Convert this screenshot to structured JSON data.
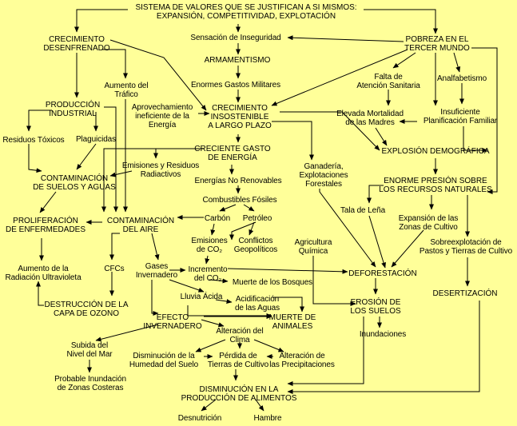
{
  "background_color": "#FFFF99",
  "line_color": "#000000",
  "nodes": {
    "title": "SISTEMA DE VALORES QUE SE JUSTIFICAN A SI MISMOS:\nEXPANSIÓN, COMPETITIVIDAD, EXPLOTACIÓN",
    "crecimiento_desenfrenado": "CRECIMIENTO\nDESENFRENADO",
    "sensacion_inseguridad": "Sensación de Inseguridad",
    "pobreza": "POBREZA EN EL\nTERCER MUNDO",
    "armamentismo": "ARMAMENTISMO",
    "aumento_trafico": "Aumento del\nTráfico",
    "falta_atencion": "Falta de\nAtención Sanitaria",
    "analfabetismo": "Analfabetismo",
    "enormes_gastos": "Enormes Gastos Militares",
    "produccion_industrial": "PRODUCCIÓN\nINDUSTRIAL",
    "aprovechamiento": "Aprovechamiento\nineficiente de la\nEnergía",
    "crecimiento_insostenible": "CRECIMIENTO\nINSOSTENIBLE\nA LARGO PLAZO",
    "elevada_mortalidad": "Elevada Mortalidad\nde las Madres",
    "insuficiente_planificacion": "Insuficiente\nPlanificación Familiar",
    "residuos_toxicos": "Residuos Tóxicos",
    "plaguicidas": "Plaguicidas",
    "creciente_gasto": "CRECIENTE GASTO\nDE ENERGÍA",
    "explosion_demografica": "EXPLOSIÓN DEMOGRÁFICA",
    "emisiones_residuos": "Emisiones y Residuos\nRadiactivos",
    "ganaderia": "Ganadería,\nExplotaciones\nForestales",
    "contaminacion_suelos": "CONTAMINACIÓN\nDE SUELOS Y AGUAS",
    "energias_no_renovables": "Energías No Renovables",
    "enorme_presion": "ENORME PRESIÓN SOBRE\nLOS RECURSOS NATURALES",
    "combustibles_fosiles": "Combustibles Fósiles",
    "tala_lena": "Tala de Leña",
    "carbon": "Carbón",
    "petroleo": "Petróleo",
    "proliferacion": "PROLIFERACIÓN\nDE ENFERMEDADES",
    "contaminacion_aire": "CONTAMINACIÓN\nDEL AIRE",
    "expansion_zonas": "Expansión de las\nZonas de Cultivo",
    "sobreexplotacion": "Sobreexplotación de\nPastos y Tierras de Cultivo",
    "emisiones_co2": "Emisiones\nde CO₂",
    "conflictos": "Conflictos\nGeopolíticos",
    "agricultura": "Agricultura\nQuímica",
    "aumento_radiacion": "Aumento de la\nRadiación Ultravioleta",
    "cfcs": "CFCs",
    "gases_invernadero": "Gases\nInvernadero",
    "incremento_co2": "Incremento\ndel CO₂",
    "deforestacion": "DEFORESTACIÓN",
    "desertizacion": "DESERTIZACIÓN",
    "muerte_bosques": "Muerte de los Bosques",
    "lluvia_acida": "Lluvia Ácida",
    "acidificacion": "Acidificación\nde las Aguas",
    "destruccion_ozono": "DESTRUCCIÓN DE LA\nCAPA DE OZONO",
    "erosion": "EROSIÓN DE\nLOS SUELOS",
    "efecto_invernadero": "EFECTO\nINVERNADERO",
    "muerte_animales": "MUERTE DE\nANIMALES",
    "alteracion_clima": "Alteración del\nClima",
    "inundaciones": "Inundaciones",
    "subida_mar": "Subida del\nNivel del Mar",
    "disminucion_humedad": "Disminución de la\nHumedad del Suelo",
    "perdida_tierras": "Pérdida de\nTierras de Cultivo",
    "alteracion_precipitaciones": "Alteración de\nlas Precipitaciones",
    "probable_inundacion": "Probable Inundación\nde Zonas Costeras",
    "disminucion_produccion": "DISMINUCIÓN EN LA\nPRODUCCIÓN DE ALIMENTOS",
    "desnutricion": "Desnutrición",
    "hambre": "Hambre"
  }
}
